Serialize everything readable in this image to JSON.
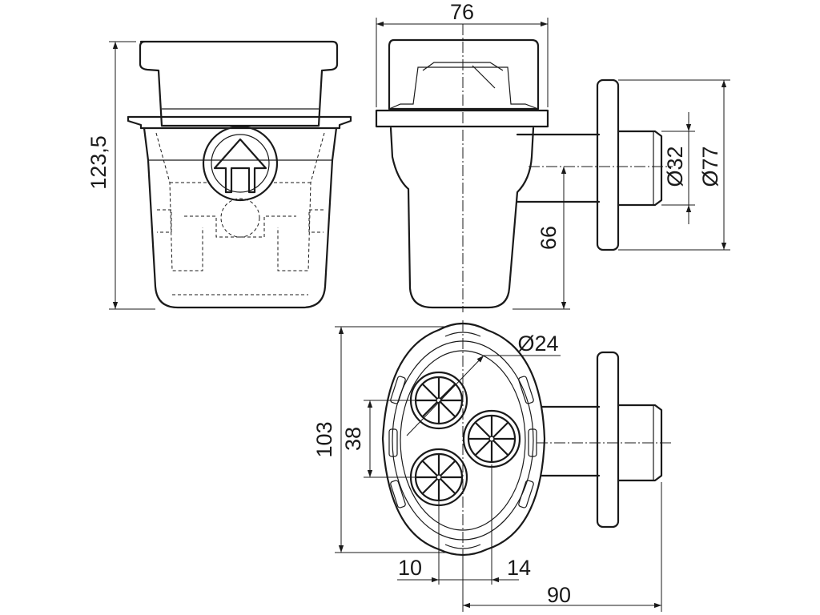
{
  "dimensions": {
    "height_total": "123,5",
    "width_top": "76",
    "outlet_height": "66",
    "outlet_inner_diameter": "Ø32",
    "flange_diameter": "Ø77",
    "inlet_diameter": "Ø24",
    "depth": "103",
    "inlet_spacing": "38",
    "offset_left": "10",
    "offset_right": "14",
    "outlet_length": "90"
  }
}
